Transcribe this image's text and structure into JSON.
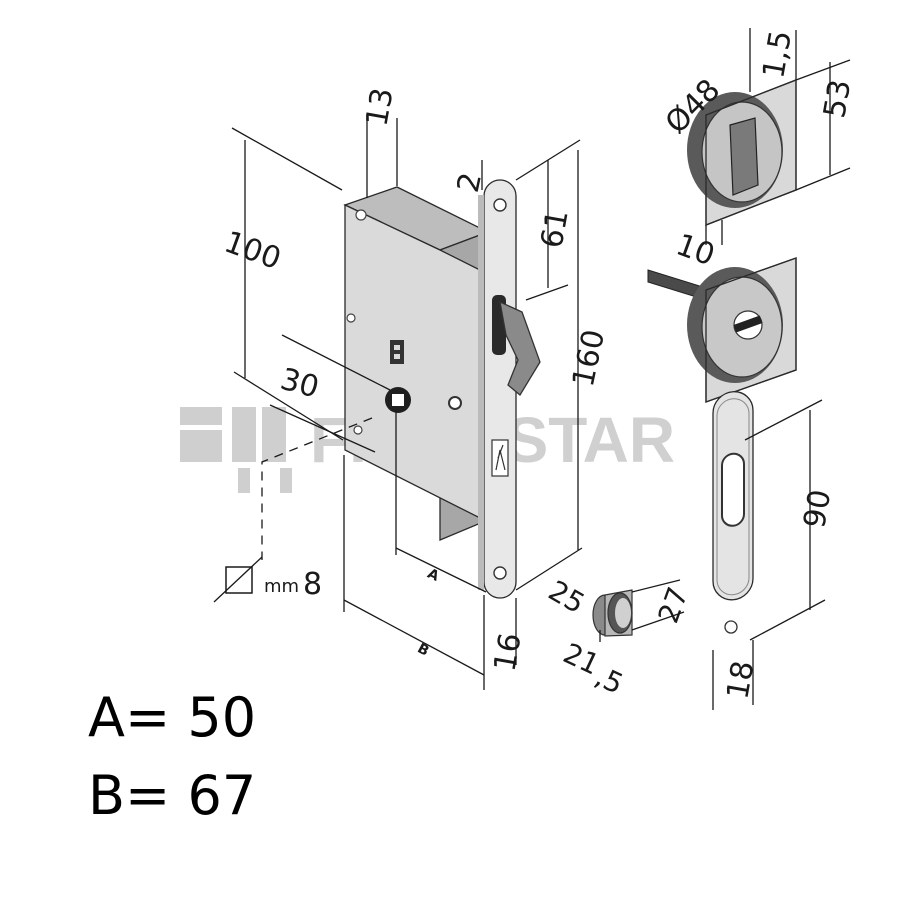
{
  "watermark": {
    "text": "FISKOSTAR",
    "color": "#c8c8c8"
  },
  "lock_body": {
    "thickness": "13",
    "height": "100",
    "backset_label": "30",
    "faceplate_offset": "2",
    "latch_offset": "61",
    "faceplate_height": "160",
    "faceplate_width": "16",
    "dim_a_label": "A",
    "dim_b_label": "B"
  },
  "spindle": {
    "unit": "mm",
    "size": "8"
  },
  "pull_handle": {
    "diameter": "Ø48",
    "plate_thickness": "1,5",
    "height": "53",
    "depth": "10"
  },
  "strike_cup": {
    "d1": "25",
    "d2": "27",
    "d3": "21",
    "d4": ",5"
  },
  "strike_plate": {
    "height": "90",
    "width": "18"
  },
  "legend": {
    "a": "A= 50",
    "b": "B= 67"
  },
  "colors": {
    "metal": "#d9d9d9",
    "metal_dark": "#555555",
    "line": "#1a1a1a"
  }
}
